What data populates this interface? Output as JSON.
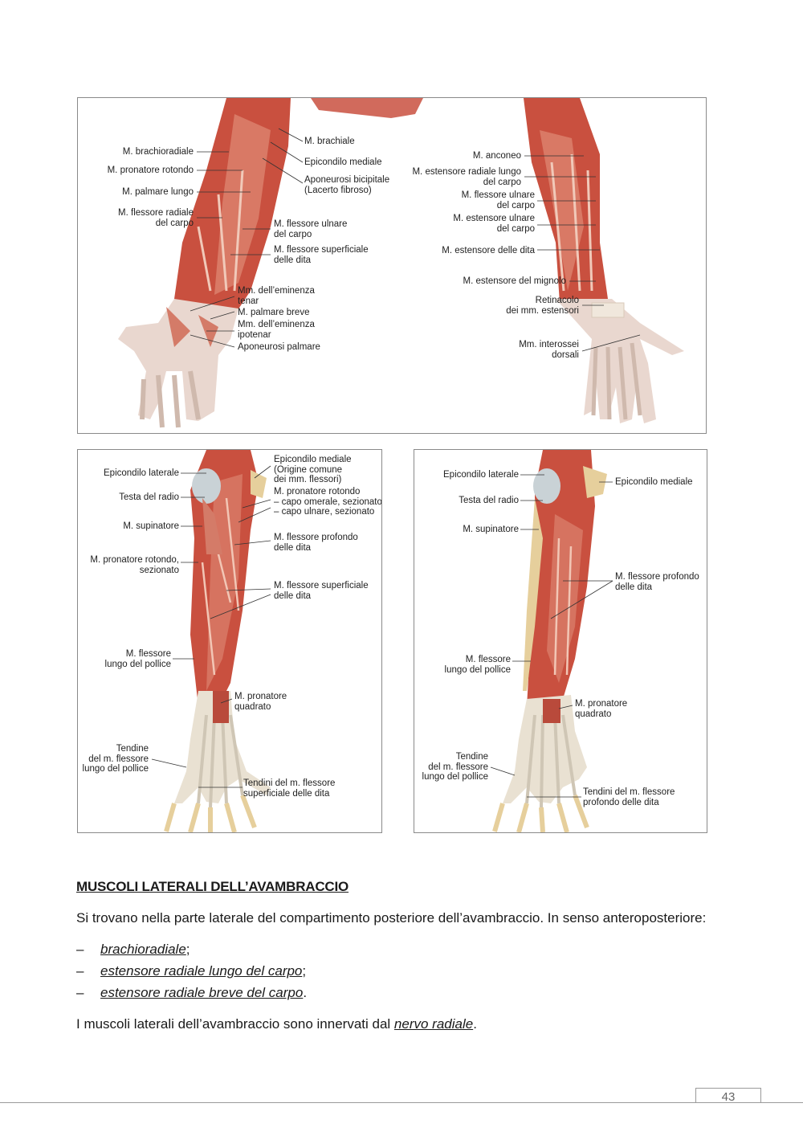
{
  "figures": {
    "top": {
      "left": [
        {
          "text": "M. brachioradiale"
        },
        {
          "text": "M. pronatore rotondo"
        },
        {
          "text": "M. palmare lungo"
        },
        {
          "text": "M. flessore radiale\ndel carpo"
        }
      ],
      "center": [
        {
          "text": "M. brachiale"
        },
        {
          "text": "Epicondilo mediale"
        },
        {
          "text": "Aponeurosi bicipitale\n(Lacerto fibroso)"
        },
        {
          "text": "M. flessore ulnare\ndel carpo"
        },
        {
          "text": "M. flessore superficiale\ndelle dita"
        },
        {
          "text": "Mm. dell’eminenza\ntenar"
        },
        {
          "text": "M. palmare breve"
        },
        {
          "text": "Mm. dell’eminenza\nipotenar"
        },
        {
          "text": "Aponeurosi palmare"
        }
      ],
      "right": [
        {
          "text": "M. anconeo"
        },
        {
          "text": "M. estensore radiale lungo\ndel carpo"
        },
        {
          "text": "M. flessore ulnare\ndel carpo"
        },
        {
          "text": "M. estensore ulnare\ndel carpo"
        },
        {
          "text": "M. estensore delle dita"
        },
        {
          "text": "M. estensore del mignolo"
        },
        {
          "text": "Retinacolo\ndei mm. estensori"
        },
        {
          "text": "Mm. interossei\ndorsali"
        }
      ]
    },
    "bottom_left": {
      "left": [
        {
          "text": "Epicondilo laterale"
        },
        {
          "text": "Testa del radio"
        },
        {
          "text": "M. supinatore"
        },
        {
          "text": "M. pronatore rotondo,\nsezionato"
        },
        {
          "text": "M. flessore\nlungo del pollice"
        },
        {
          "text": "Tendine\ndel m. flessore\nlungo del pollice"
        }
      ],
      "right": [
        {
          "text": "Epicondilo mediale\n(Origine comune\ndei mm. flessori)"
        },
        {
          "text": "M. pronatore rotondo\n– capo omerale, sezionato\n– capo ulnare, sezionato"
        },
        {
          "text": "M. flessore profondo\ndelle dita"
        },
        {
          "text": "M. flessore superficiale\ndelle dita"
        },
        {
          "text": "M. pronatore\nquadrato"
        },
        {
          "text": "Tendini del m. flessore\nsuperficiale delle dita"
        }
      ]
    },
    "bottom_right": {
      "left": [
        {
          "text": "Epicondilo laterale"
        },
        {
          "text": "Testa del radio"
        },
        {
          "text": "M. supinatore"
        },
        {
          "text": "M. flessore\nlungo del pollice"
        },
        {
          "text": "Tendine\ndel m. flessore\nlungo del pollice"
        }
      ],
      "right": [
        {
          "text": "Epicondilo mediale"
        },
        {
          "text": "M. flessore profondo\ndelle dita"
        },
        {
          "text": "M. pronatore\nquadrato"
        },
        {
          "text": "Tendini del m. flessore\nprofondo delle dita"
        }
      ]
    }
  },
  "section": {
    "heading": "MUSCOLI LATERALI DELL’AVAMBRACCIO",
    "intro": "Si trovano nella parte laterale del compartimento posteriore dell’avambraccio. In senso anteroposteriore:",
    "list_dash": "–",
    "items": [
      {
        "term": "brachioradiale",
        "punct": ";"
      },
      {
        "term": "estensore radiale lungo del carpo",
        "punct": ";"
      },
      {
        "term": "estensore radiale breve del carpo",
        "punct": "."
      }
    ],
    "innervation_prefix": "I muscoli laterali dell’avambraccio sono innervati dal ",
    "innervation_term": "nervo radiale",
    "innervation_suffix": "."
  },
  "footer": {
    "page_number": "43"
  },
  "colors": {
    "muscle": "#c9503f",
    "muscle_light": "#e0907e",
    "tendon": "#ebe4d6",
    "bone": "#e6cf9c",
    "border": "#8a8a8a"
  }
}
